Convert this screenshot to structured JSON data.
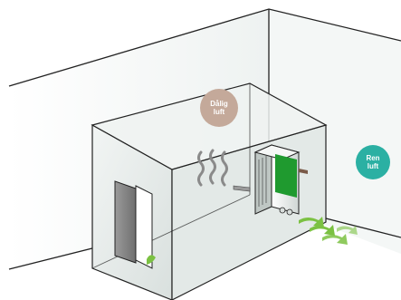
{
  "labels": {
    "bad_air_line1": "Dålig",
    "bad_air_line2": "luft",
    "clean_air_line1": "Ren",
    "clean_air_line2": "luft"
  },
  "colors": {
    "bad_air": "#c4a99a",
    "clean_air": "#2bb0a3",
    "device_panel": "#1f9a2f",
    "flow_arrow": "#7bc142",
    "heat_waves": "#8a8a8a",
    "room_fill": "#e6ecea",
    "outline": "#222222"
  },
  "icons": {
    "heat": "heat-waves-icon",
    "air_flow": "air-flow-arrows-icon",
    "door": "door-icon",
    "unit": "ventilation-unit-icon"
  }
}
